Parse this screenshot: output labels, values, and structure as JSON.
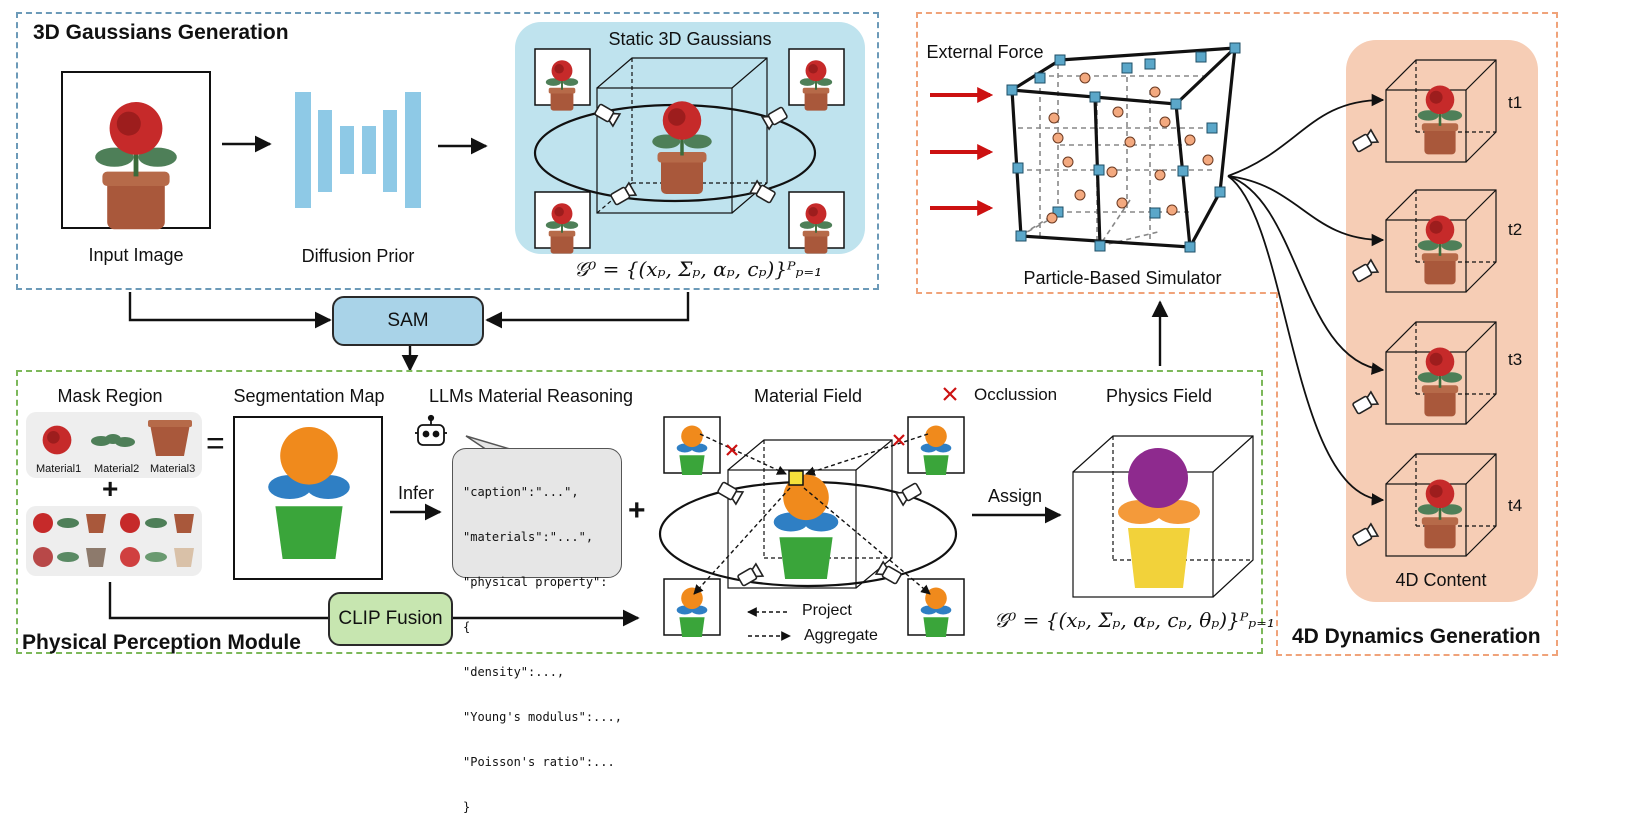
{
  "sections": {
    "gaussians": {
      "title": "3D Gaussians Generation",
      "border": "#6c9ab8"
    },
    "perception": {
      "title": "Physical Perception Module",
      "border": "#7cb85a"
    },
    "simulator": {
      "border": "#f0a37a"
    },
    "dynamics": {
      "title": "4D Dynamics Generation",
      "border": "#f0a37a"
    }
  },
  "gaussians": {
    "input_image": "Input Image",
    "diffusion_prior": "Diffusion Prior",
    "static_title": "Static 3D Gaussians",
    "formula": "𝒢⁰ = {(xₚ, Σₚ, αₚ, cₚ)}ᴾₚ₌₁"
  },
  "sam": {
    "label": "SAM",
    "color": "#a9d3e8"
  },
  "perception": {
    "mask_region": "Mask Region",
    "materials": [
      "Material1",
      "Material2",
      "Material3"
    ],
    "equals": "=",
    "plus": "+",
    "segmentation_map": "Segmentation Map",
    "llm_title": "LLMs Material Reasoning",
    "infer": "Infer",
    "code_lines": [
      "\"caption\":\"...\",",
      "\"materials\":\"...\",",
      "\"physical property\":",
      "{",
      "\"density\":...,",
      "\"Young's modulus\":...,",
      "\"Poisson's ratio\":...",
      "}"
    ],
    "plus2": "+",
    "material_field": "Material Field",
    "occlusion": "Occlussion",
    "assign": "Assign",
    "physics_field": "Physics Field",
    "clip_fusion": "CLIP Fusion",
    "project": "Project",
    "aggregate": "Aggregate",
    "formula": "𝒢⁰ = {(xₚ, Σₚ, αₚ, cₚ, θₚ)}ᴾₚ₌₁"
  },
  "simulator": {
    "external_force": "External Force",
    "label": "Particle-Based Simulator"
  },
  "dynamics": {
    "steps": [
      "t1",
      "t2",
      "t3",
      "t4"
    ],
    "content_label": "4D Content",
    "panel_color": "#f6cdb5"
  },
  "colors": {
    "clip": "#c7e6b0",
    "static_panel": "#bfe3ee",
    "arrow_red": "#cc1111",
    "node_blue": "#5ba7c9",
    "particle": "#f3a97f"
  }
}
